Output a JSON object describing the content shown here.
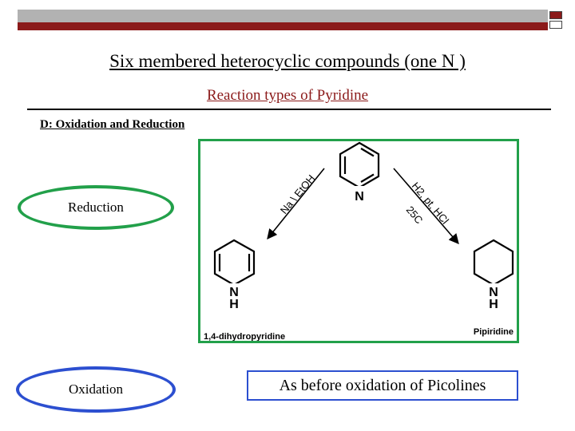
{
  "title": "Six membered heterocyclic compounds (one N )",
  "subtitle": "Reaction types of Pyridine",
  "section": "D: Oxidation and Reduction",
  "reduction_label": "Reduction",
  "oxidation_label": "Oxidation",
  "diagram": {
    "n_top": "N",
    "reagent_left": "Na \\ EtOH",
    "reagent_right": "H2, pt, HCl",
    "temp_right": "25C",
    "n_left": "N",
    "h_left": "H",
    "n_right": "N",
    "h_right": "H",
    "label_left": "1,4-dihydropyridine",
    "label_right": "Pipiridine"
  },
  "note": "As before oxidation of Picolines",
  "colors": {
    "accent_red": "#8b1a1a",
    "green": "#22a04a",
    "blue": "#2c4fd0",
    "bar_gray": "#b2b2b2"
  }
}
